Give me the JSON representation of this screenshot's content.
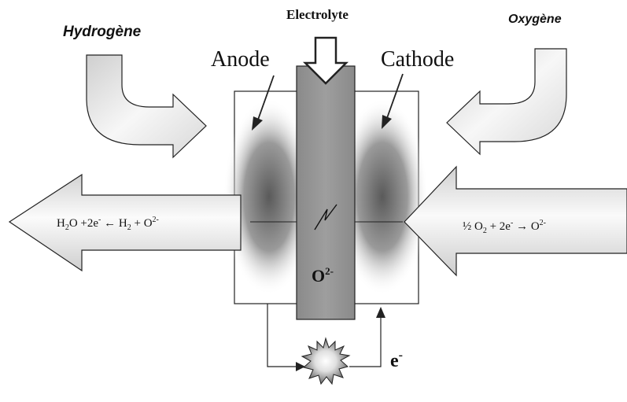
{
  "labels": {
    "hydrogen": "Hydrogène",
    "oxygen": "Oxygène",
    "electrolyte": "Electrolyte",
    "anode": "Anode",
    "cathode": "Cathode",
    "ion": "O",
    "ion_charge": "2-",
    "electron": "e",
    "electron_charge": "-"
  },
  "anode_reaction": {
    "parts": [
      "H",
      "2",
      "O +2e",
      "-",
      " ← H",
      "2",
      " + O",
      "2-"
    ]
  },
  "cathode_reaction": {
    "parts": [
      "½ O",
      "2",
      " + 2e",
      "-",
      " → O",
      "2-"
    ]
  }
}
